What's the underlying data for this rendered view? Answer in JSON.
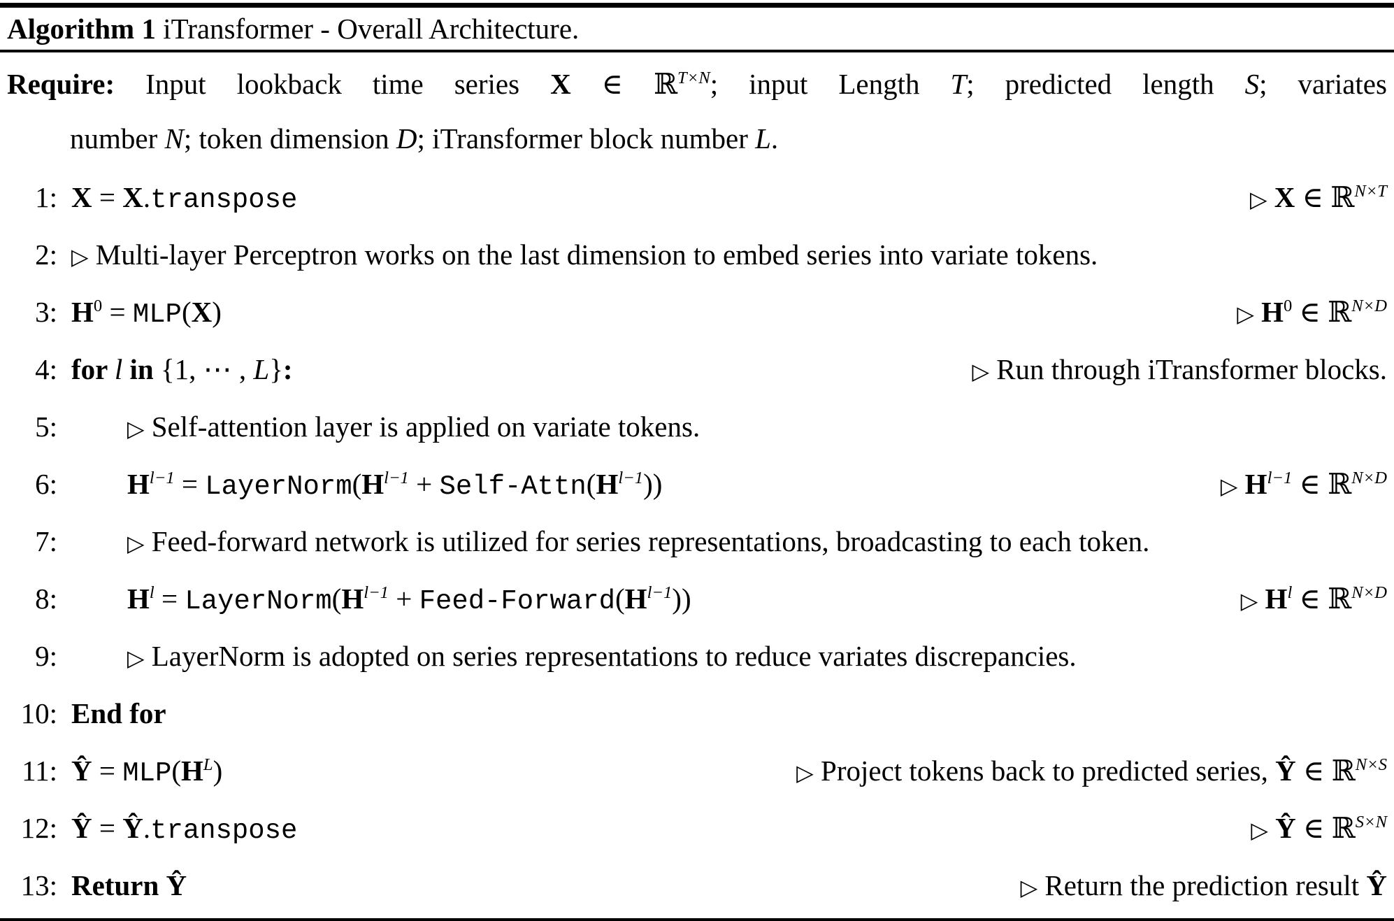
{
  "page": {
    "background": "#ffffff",
    "text_color": "#000000",
    "rule_color": "#000000"
  },
  "algorithm": {
    "header": {
      "label": "Algorithm 1",
      "title": " iTransformer - Overall Architecture."
    },
    "require": {
      "line1": [
        {
          "t": "Require: ",
          "s": "bf"
        },
        {
          "t": " Input lookback time series ",
          "s": "rm"
        },
        {
          "t": "X",
          "s": "bf"
        },
        {
          "t": " ∈ ℝ",
          "s": "rm"
        },
        {
          "t": "T×N",
          "s": "it",
          "sup": true
        },
        {
          "t": "; input Length ",
          "s": "rm"
        },
        {
          "t": "T",
          "s": "it"
        },
        {
          "t": "; predicted length ",
          "s": "rm"
        },
        {
          "t": "S",
          "s": "it"
        },
        {
          "t": "; variates",
          "s": "rm"
        }
      ],
      "line2": [
        {
          "t": "number ",
          "s": "rm"
        },
        {
          "t": "N",
          "s": "it"
        },
        {
          "t": "; token dimension ",
          "s": "rm"
        },
        {
          "t": "D",
          "s": "it"
        },
        {
          "t": "; iTransformer block number ",
          "s": "rm"
        },
        {
          "t": "L",
          "s": "it"
        },
        {
          "t": ".",
          "s": "rm"
        }
      ]
    },
    "lines": [
      {
        "num": "1:",
        "indent": 0,
        "body": [
          {
            "t": "X",
            "s": "bf"
          },
          {
            "t": " = ",
            "s": "rm"
          },
          {
            "t": "X",
            "s": "bf"
          },
          {
            "t": ".",
            "s": "rm"
          },
          {
            "t": "transpose",
            "s": "tt"
          }
        ],
        "comment": [
          {
            "t": "▷ ",
            "s": "tri"
          },
          {
            "t": "X",
            "s": "bf"
          },
          {
            "t": " ∈ ℝ",
            "s": "rm"
          },
          {
            "t": "N×T",
            "s": "it",
            "sup": true
          }
        ]
      },
      {
        "num": "2:",
        "indent": 0,
        "body": [
          {
            "t": "▷ ",
            "s": "tri"
          },
          {
            "t": " Multi-layer Perceptron works on the last dimension to embed series into variate tokens.",
            "s": "rm"
          }
        ],
        "comment": []
      },
      {
        "num": "3:",
        "indent": 0,
        "body": [
          {
            "t": "H",
            "s": "bf"
          },
          {
            "t": "0",
            "s": "rm",
            "sup": true
          },
          {
            "t": " = ",
            "s": "rm"
          },
          {
            "t": "MLP",
            "s": "tt"
          },
          {
            "t": "(",
            "s": "rm"
          },
          {
            "t": "X",
            "s": "bf"
          },
          {
            "t": ")",
            "s": "rm"
          }
        ],
        "comment": [
          {
            "t": "▷ ",
            "s": "tri"
          },
          {
            "t": "H",
            "s": "bf"
          },
          {
            "t": "0",
            "s": "rm",
            "sup": true
          },
          {
            "t": " ∈ ℝ",
            "s": "rm"
          },
          {
            "t": "N×D",
            "s": "it",
            "sup": true
          }
        ]
      },
      {
        "num": "4:",
        "indent": 0,
        "body": [
          {
            "t": "for ",
            "s": "bf"
          },
          {
            "t": "l",
            "s": "it"
          },
          {
            "t": " in ",
            "s": "bf"
          },
          {
            "t": "{1, ⋯ , ",
            "s": "rm"
          },
          {
            "t": "L",
            "s": "it"
          },
          {
            "t": "}",
            "s": "rm"
          },
          {
            "t": ":",
            "s": "bf"
          }
        ],
        "comment": [
          {
            "t": "▷ ",
            "s": "tri"
          },
          {
            "t": "Run through iTransformer blocks.",
            "s": "rm"
          }
        ]
      },
      {
        "num": "5:",
        "indent": 1,
        "body": [
          {
            "t": "▷ ",
            "s": "tri"
          },
          {
            "t": "Self-attention layer is applied on variate tokens.",
            "s": "rm"
          }
        ],
        "comment": []
      },
      {
        "num": "6:",
        "indent": 1,
        "body": [
          {
            "t": "H",
            "s": "bf"
          },
          {
            "t": "l−1",
            "s": "it",
            "sup": true
          },
          {
            "t": " = ",
            "s": "rm"
          },
          {
            "t": "LayerNorm",
            "s": "tt"
          },
          {
            "t": "(",
            "s": "rm"
          },
          {
            "t": "H",
            "s": "bf"
          },
          {
            "t": "l−1",
            "s": "it",
            "sup": true
          },
          {
            "t": " + ",
            "s": "rm"
          },
          {
            "t": "Self-Attn",
            "s": "tt"
          },
          {
            "t": "(",
            "s": "rm"
          },
          {
            "t": "H",
            "s": "bf"
          },
          {
            "t": "l−1",
            "s": "it",
            "sup": true
          },
          {
            "t": "))",
            "s": "rm"
          }
        ],
        "comment": [
          {
            "t": "▷ ",
            "s": "tri"
          },
          {
            "t": "H",
            "s": "bf"
          },
          {
            "t": "l−1",
            "s": "it",
            "sup": true
          },
          {
            "t": " ∈ ℝ",
            "s": "rm"
          },
          {
            "t": "N×D",
            "s": "it",
            "sup": true
          }
        ]
      },
      {
        "num": "7:",
        "indent": 1,
        "body": [
          {
            "t": "▷ ",
            "s": "tri"
          },
          {
            "t": "Feed-forward network is utilized for series representations, broadcasting to each token.",
            "s": "rm"
          }
        ],
        "comment": []
      },
      {
        "num": "8:",
        "indent": 1,
        "body": [
          {
            "t": "H",
            "s": "bf"
          },
          {
            "t": "l",
            "s": "it",
            "sup": true
          },
          {
            "t": " = ",
            "s": "rm"
          },
          {
            "t": "LayerNorm",
            "s": "tt"
          },
          {
            "t": "(",
            "s": "rm"
          },
          {
            "t": "H",
            "s": "bf"
          },
          {
            "t": "l−1",
            "s": "it",
            "sup": true
          },
          {
            "t": " + ",
            "s": "rm"
          },
          {
            "t": "Feed-Forward",
            "s": "tt"
          },
          {
            "t": "(",
            "s": "rm"
          },
          {
            "t": "H",
            "s": "bf"
          },
          {
            "t": "l−1",
            "s": "it",
            "sup": true
          },
          {
            "t": "))",
            "s": "rm"
          }
        ],
        "comment": [
          {
            "t": "▷ ",
            "s": "tri"
          },
          {
            "t": "H",
            "s": "bf"
          },
          {
            "t": "l",
            "s": "it",
            "sup": true
          },
          {
            "t": " ∈ ℝ",
            "s": "rm"
          },
          {
            "t": "N×D",
            "s": "it",
            "sup": true
          }
        ]
      },
      {
        "num": "9:",
        "indent": 1,
        "body": [
          {
            "t": "▷ ",
            "s": "tri"
          },
          {
            "t": " LayerNorm is adopted on series representations to reduce variates discrepancies.",
            "s": "rm"
          }
        ],
        "comment": []
      },
      {
        "num": "10:",
        "indent": 0,
        "body": [
          {
            "t": "End for",
            "s": "bf"
          }
        ],
        "comment": []
      },
      {
        "num": "11:",
        "indent": 0,
        "body": [
          {
            "t": "Ŷ",
            "s": "bf"
          },
          {
            "t": " = ",
            "s": "rm"
          },
          {
            "t": "MLP",
            "s": "tt"
          },
          {
            "t": "(",
            "s": "rm"
          },
          {
            "t": "H",
            "s": "bf"
          },
          {
            "t": "L",
            "s": "it",
            "sup": true
          },
          {
            "t": ")",
            "s": "rm"
          }
        ],
        "comment": [
          {
            "t": "▷ ",
            "s": "tri"
          },
          {
            "t": "Project tokens back to predicted series, ",
            "s": "rm"
          },
          {
            "t": "Ŷ",
            "s": "bf"
          },
          {
            "t": " ∈ ℝ",
            "s": "rm"
          },
          {
            "t": "N×S",
            "s": "it",
            "sup": true
          }
        ]
      },
      {
        "num": "12:",
        "indent": 0,
        "body": [
          {
            "t": "Ŷ",
            "s": "bf"
          },
          {
            "t": " = ",
            "s": "rm"
          },
          {
            "t": "Ŷ",
            "s": "bf"
          },
          {
            "t": ".",
            "s": "rm"
          },
          {
            "t": "transpose",
            "s": "tt"
          }
        ],
        "comment": [
          {
            "t": "▷ ",
            "s": "tri"
          },
          {
            "t": "Ŷ",
            "s": "bf"
          },
          {
            "t": " ∈ ℝ",
            "s": "rm"
          },
          {
            "t": "S×N",
            "s": "it",
            "sup": true
          }
        ]
      },
      {
        "num": "13:",
        "indent": 0,
        "body": [
          {
            "t": "Return ",
            "s": "bf"
          },
          {
            "t": "Ŷ",
            "s": "bf"
          }
        ],
        "comment": [
          {
            "t": "▷ ",
            "s": "tri"
          },
          {
            "t": "Return the prediction result ",
            "s": "rm"
          },
          {
            "t": "Ŷ",
            "s": "bf"
          }
        ]
      }
    ]
  }
}
